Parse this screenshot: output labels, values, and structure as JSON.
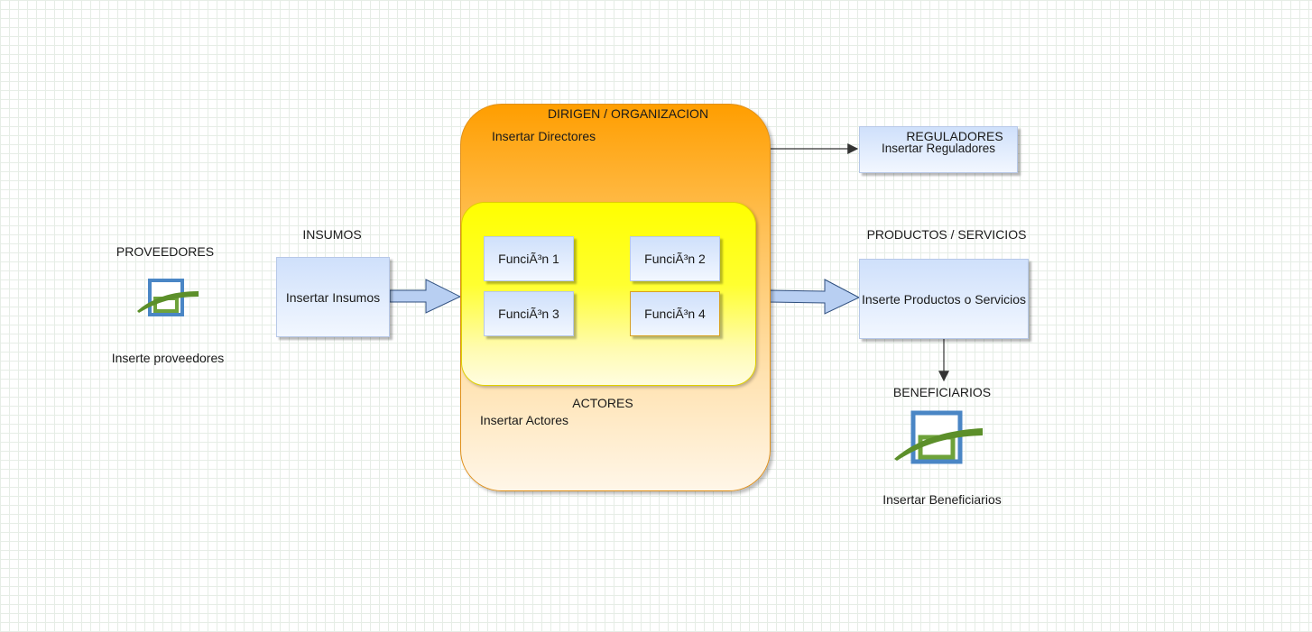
{
  "suppliers": {
    "title": "PROVEEDORES",
    "text": "Inserte proveedores",
    "icon": "org-logo-icon"
  },
  "inputs": {
    "title": "INSUMOS",
    "box_text": "Insertar Insumos"
  },
  "organization": {
    "title": "DIRIGEN / ORGANIZACION",
    "directors_text": "Insertar Directores",
    "actors_title": "ACTORES",
    "actors_text": "Insertar Actores",
    "functions": [
      "FunciÃ³n 1",
      "FunciÃ³n 2",
      "FunciÃ³n 3",
      "FunciÃ³n 4"
    ]
  },
  "regulators": {
    "title": "REGULADORES",
    "box_text": "Insertar Reguladores"
  },
  "products": {
    "title": "PRODUCTOS / SERVICIOS",
    "box_text": "Inserte Productos o Servicios"
  },
  "beneficiaries": {
    "title": "BENEFICIARIOS",
    "text": "Insertar Beneficiarios",
    "icon": "org-logo-icon"
  },
  "colors": {
    "org_top": "#ff9e00",
    "inner_yellow": "#ffff00",
    "box_blue": "#cfe0fb",
    "logo_green": "#5c8f2a",
    "logo_blue": "#4a86c5"
  }
}
